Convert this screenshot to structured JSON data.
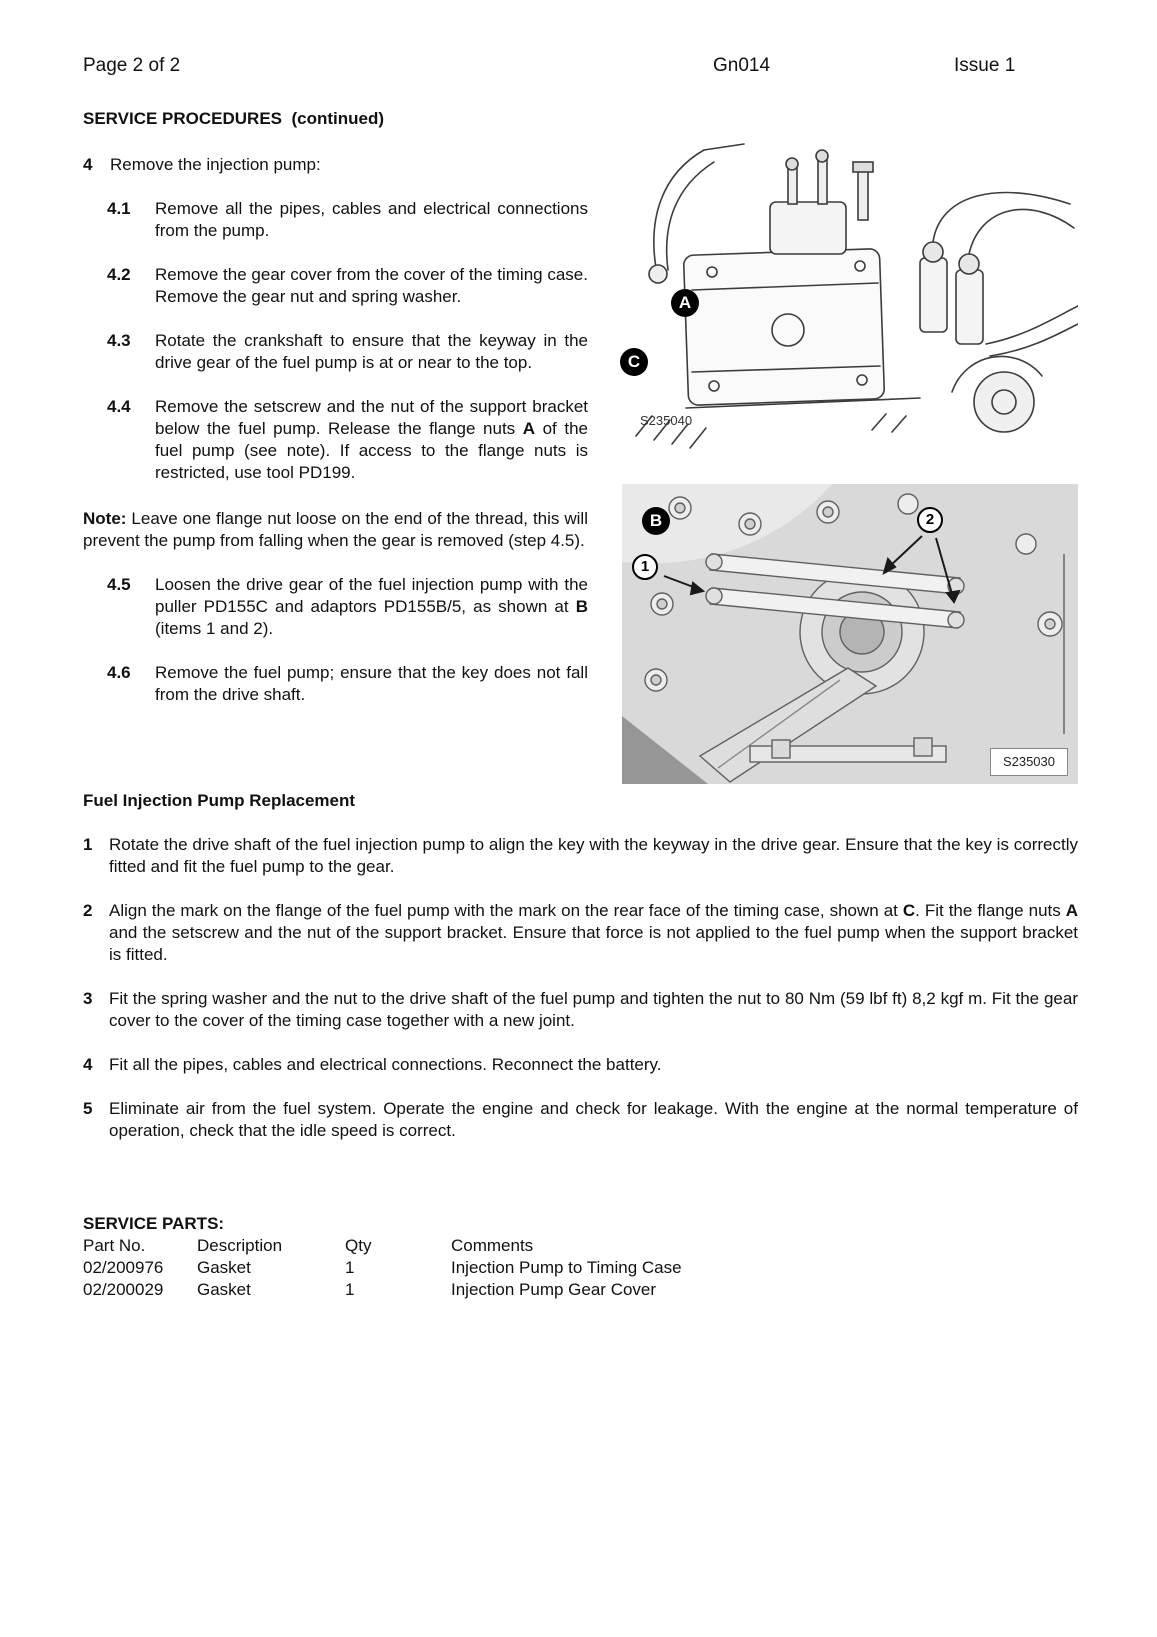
{
  "header": {
    "page_label": "Page 2 of 2",
    "doc_code": "Gn014",
    "issue": "Issue 1"
  },
  "procedures": {
    "heading": "SERVICE PROCEDURES  (continued)",
    "step": {
      "num": "4",
      "text": "Remove the injection pump:"
    },
    "substeps": [
      {
        "num": "4.1",
        "segments": [
          {
            "t": "Remove all the pipes, cables and electrical connections from the pump."
          }
        ]
      },
      {
        "num": "4.2",
        "segments": [
          {
            "t": "Remove the gear cover from the cover of the timing case. Remove the gear nut and spring washer."
          }
        ]
      },
      {
        "num": "4.3",
        "segments": [
          {
            "t": "Rotate the crankshaft to ensure that the keyway in the drive gear of the fuel pump is at or near to the top."
          }
        ]
      },
      {
        "num": "4.4",
        "segments": [
          {
            "t": "Remove the setscrew and the nut of the support bracket below the fuel pump. Release the flange nuts "
          },
          {
            "t": "A",
            "b": true
          },
          {
            "t": " of the fuel pump (see note). If access to the flange nuts is restricted, use tool PD199."
          }
        ]
      }
    ],
    "note": {
      "label": "Note:",
      "text": " Leave one flange nut loose on the end of the thread, this will prevent the pump from falling when the gear is removed (step 4.5)."
    },
    "substeps2": [
      {
        "num": "4.5",
        "segments": [
          {
            "t": "Loosen the drive gear of the fuel injection pump with the puller PD155C and adaptors PD155B/5, as shown at "
          },
          {
            "t": "B",
            "b": true
          },
          {
            "t": " (items 1 and 2)."
          }
        ]
      },
      {
        "num": "4.6",
        "segments": [
          {
            "t": "Remove the fuel pump; ensure that the key does not fall from the drive shaft."
          }
        ]
      }
    ]
  },
  "replacement": {
    "heading": "Fuel Injection Pump Replacement",
    "steps": [
      {
        "num": "1",
        "segments": [
          {
            "t": "Rotate the drive shaft of the fuel injection pump to align the key with the keyway in the drive gear. Ensure that the key is correctly fitted and fit the fuel pump to the gear."
          }
        ]
      },
      {
        "num": "2",
        "segments": [
          {
            "t": "Align the mark on the flange of the fuel pump with the mark on the rear face of the timing case, shown at "
          },
          {
            "t": "C",
            "b": true
          },
          {
            "t": ". Fit the flange nuts "
          },
          {
            "t": "A",
            "b": true
          },
          {
            "t": " and the setscrew and the nut of the support bracket. Ensure that force is not applied to the fuel pump when the support bracket is fitted."
          }
        ]
      },
      {
        "num": "3",
        "segments": [
          {
            "t": "Fit the spring washer and the nut to the drive shaft of the fuel pump and tighten the nut to 80 Nm (59 lbf ft) 8,2 kgf m. Fit the gear cover to the cover of the timing case together with a new joint."
          }
        ]
      },
      {
        "num": "4",
        "segments": [
          {
            "t": "Fit all the pipes, cables and electrical connections. Reconnect the battery."
          }
        ]
      },
      {
        "num": "5",
        "segments": [
          {
            "t": "Eliminate air from the fuel system. Operate the engine and check for leakage. With the engine at the normal temperature of operation, check that the idle speed is correct."
          }
        ]
      }
    ]
  },
  "figures": {
    "pump": {
      "caption": "S235040",
      "label_a": "A",
      "label_c": "C"
    },
    "puller": {
      "caption": "S235030",
      "label_b": "B",
      "label_1": "1",
      "label_2": "2"
    }
  },
  "service_parts": {
    "heading": "SERVICE PARTS:",
    "columns": [
      "Part No.",
      "Description",
      "Qty",
      "Comments"
    ],
    "rows": [
      [
        "02/200976",
        "Gasket",
        "1",
        "Injection Pump to Timing Case"
      ],
      [
        "02/200029",
        "Gasket",
        "1",
        "Injection Pump Gear Cover"
      ]
    ]
  }
}
